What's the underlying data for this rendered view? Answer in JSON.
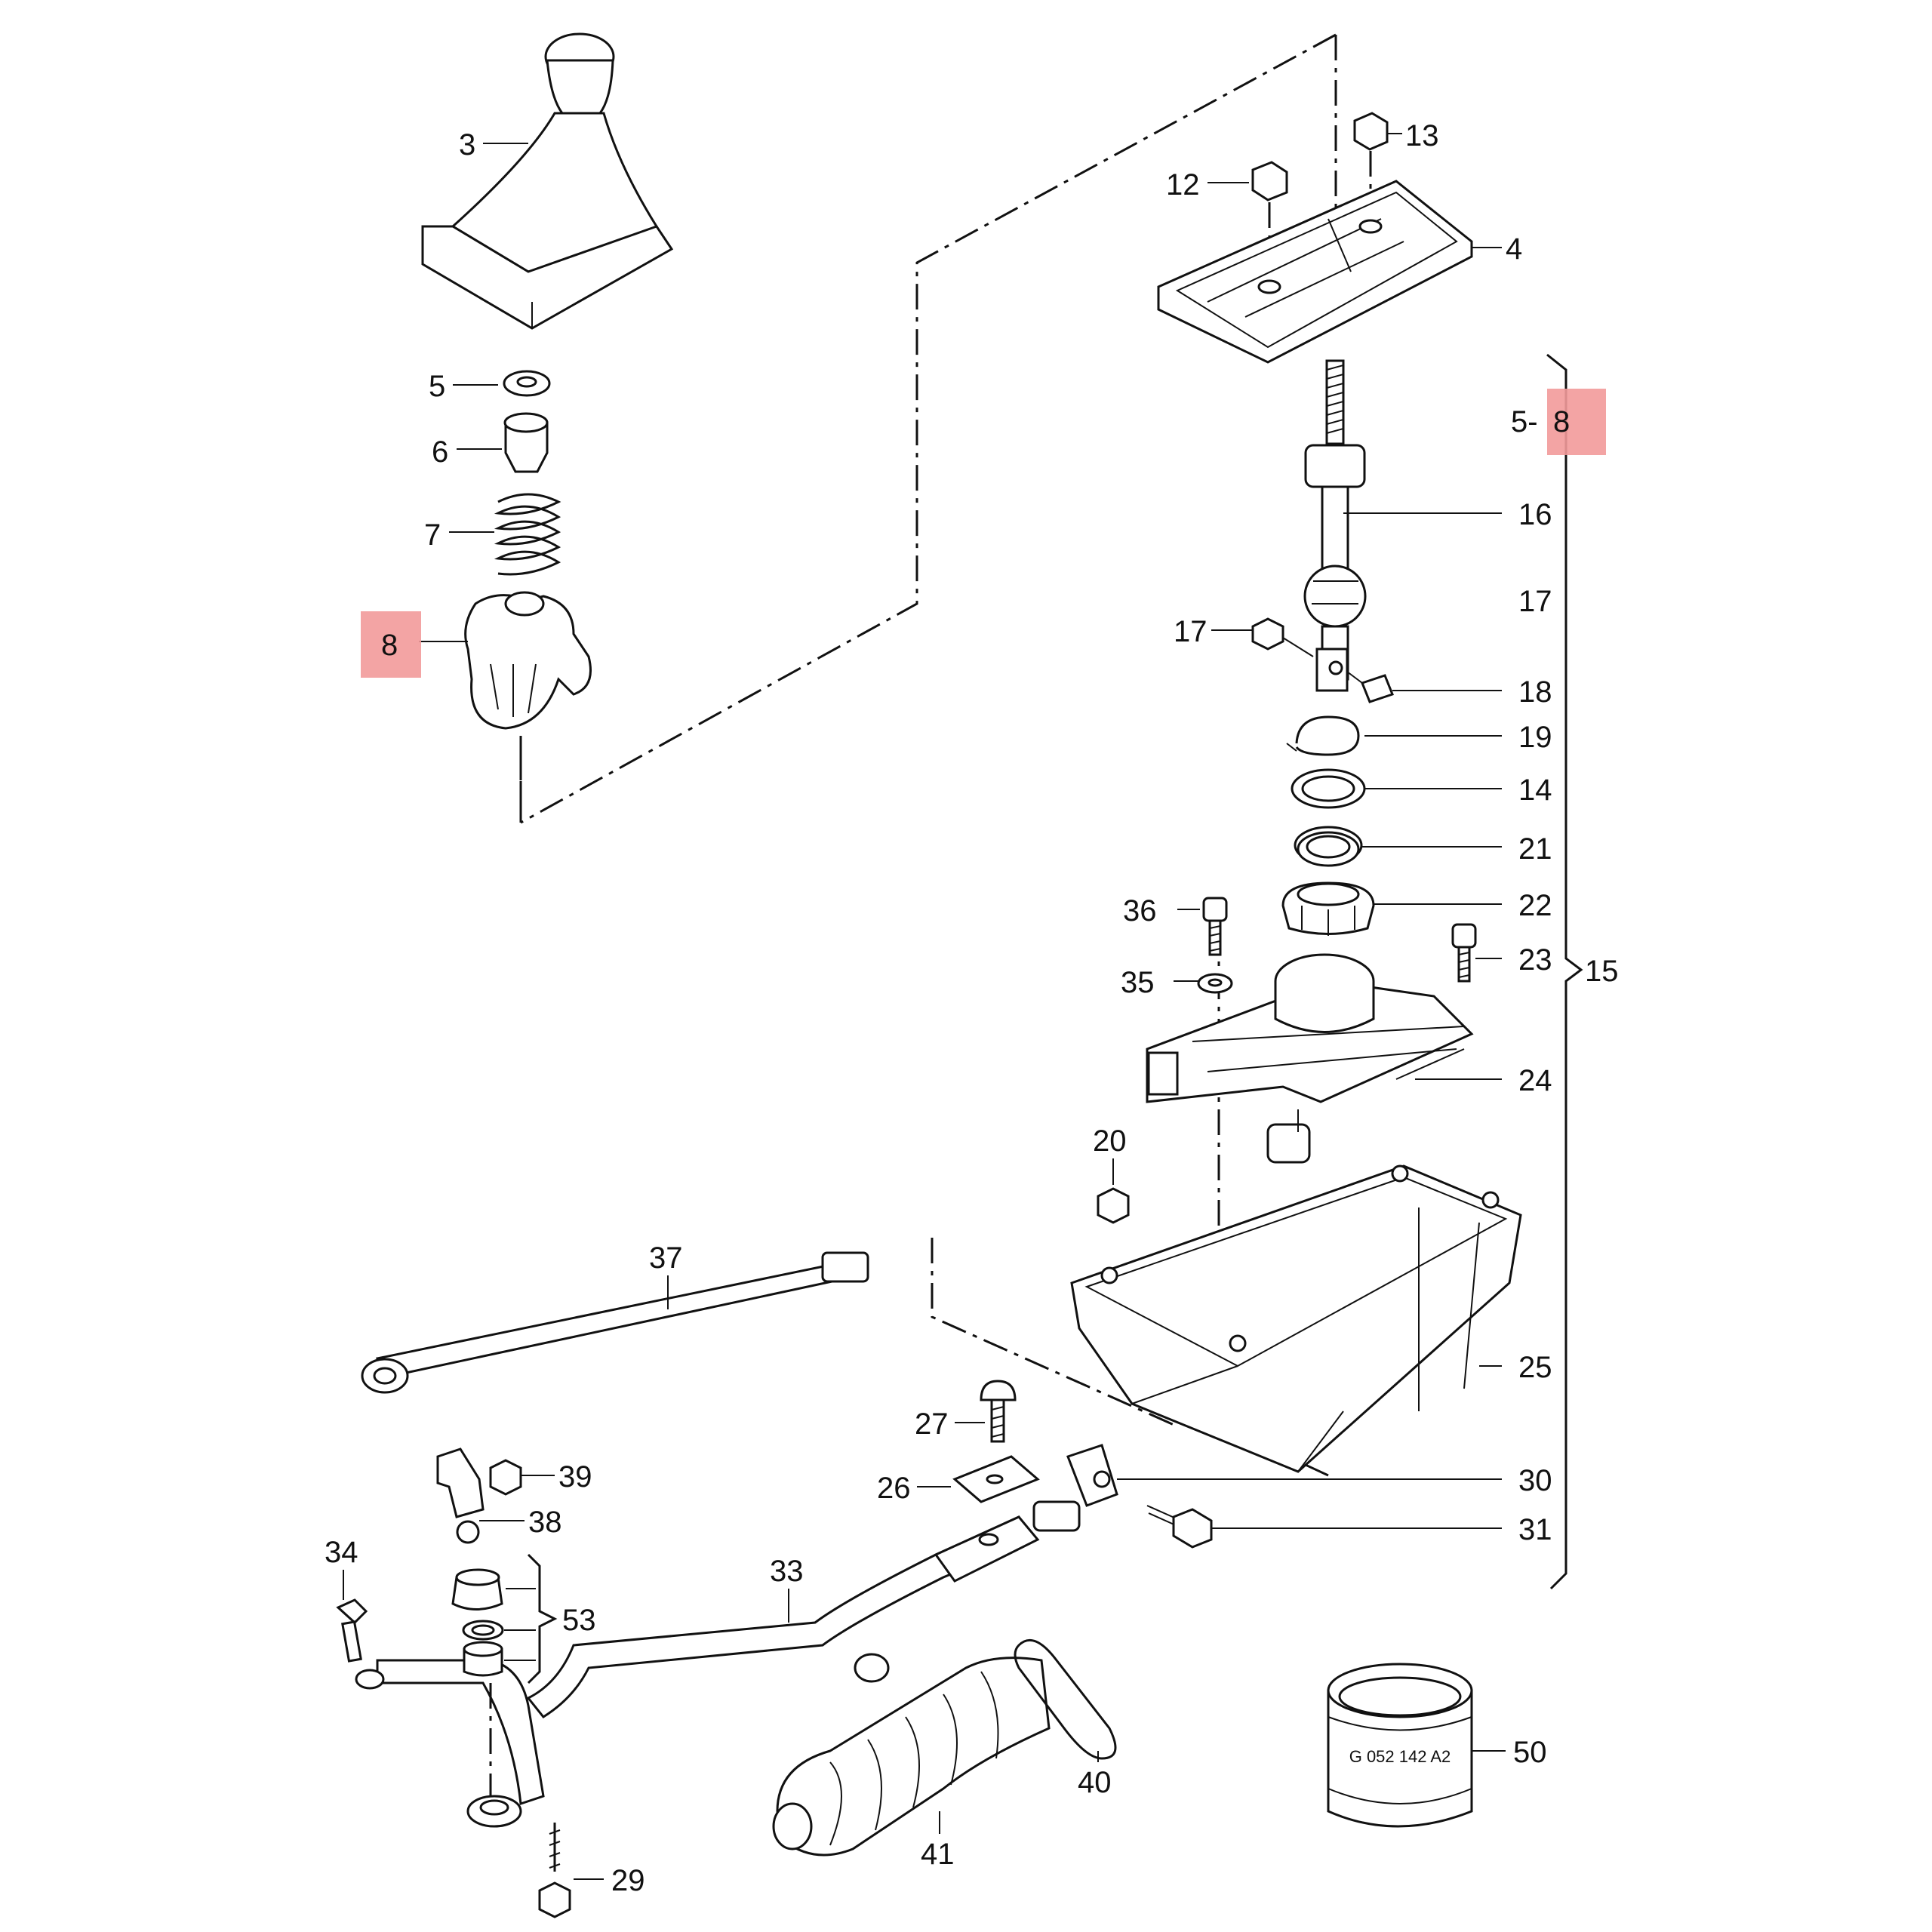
{
  "highlight_color": "#f29a9a",
  "callouts": {
    "c3": "3",
    "c5": "5",
    "c6": "6",
    "c7": "7",
    "c8": "8",
    "c12": "12",
    "c13": "13",
    "c4": "4",
    "c16": "16",
    "c17a": "17",
    "c17b": "17",
    "c18": "18",
    "c19": "19",
    "c14": "14",
    "c21": "21",
    "c22": "22",
    "c36": "36",
    "c35": "35",
    "c23": "23",
    "c15": "15",
    "c24": "24",
    "c20": "20",
    "c25": "25",
    "c37": "37",
    "c27": "27",
    "c26": "26",
    "c30": "30",
    "c31": "31",
    "c39": "39",
    "c38": "38",
    "c34": "34",
    "c33": "33",
    "c53": "53",
    "c40": "40",
    "c41": "41",
    "c50": "50",
    "c29": "29",
    "range_5_8_prefix": "5-",
    "range_5_8_suffix": "8"
  },
  "part_code": "G 052 142 A2"
}
